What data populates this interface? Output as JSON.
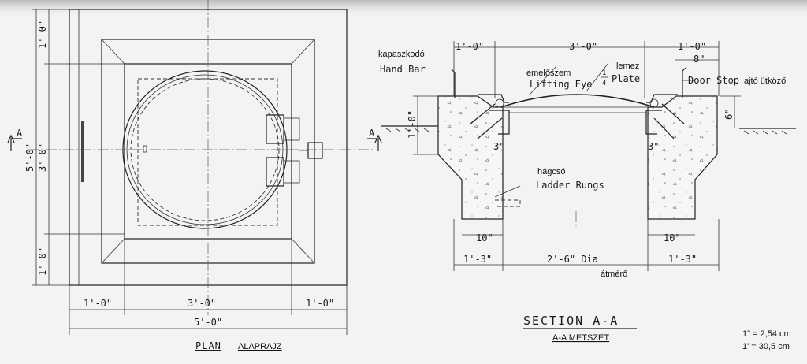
{
  "plan": {
    "dims_bottom": [
      "1'-0\"",
      "3'-0\"",
      "1'-0\"",
      "5'-0\""
    ],
    "dims_left": [
      "1'-0\"",
      "3'-0\"",
      "5'-0\"",
      "1'-0\""
    ],
    "section_marker_left": "A",
    "section_marker_right": "A",
    "title": "PLAN",
    "title_hu": "ALAPRAJZ"
  },
  "section": {
    "dims_top": [
      "1'-0\"",
      "3'-0\"",
      "1'-0\"",
      "8\""
    ],
    "dim_height_left": "1'-0\"",
    "dim_height_right": "6\"",
    "dim_inner_left": "3\"",
    "dim_inner_right": "3\"",
    "dim_wall_left": "10\"",
    "dim_wall_right": "10\"",
    "dims_bottom": [
      "1'-3\"",
      "2'-6\" Dia",
      "1'-3\""
    ],
    "labels": {
      "hand_bar_hu": "kapaszkodó",
      "hand_bar": "Hand Bar",
      "lifting_eye_hu": "emelőszem",
      "lifting_eye": "Lifting Eye",
      "plate_hu": "lemez",
      "plate": "Plate",
      "plate_frac_num": "1",
      "plate_frac_den": "4",
      "door_stop": "Door Stop",
      "door_stop_hu": "ajtó ütköző",
      "ladder_hu": "hágcsó",
      "ladder": "Ladder Rungs",
      "dia_hu": "átmérő"
    },
    "title": "SECTION A-A",
    "title_hu": "A-A METSZET"
  },
  "scale_note": [
    "1\" = 2,54 cm",
    "1' = 30,5 cm"
  ]
}
